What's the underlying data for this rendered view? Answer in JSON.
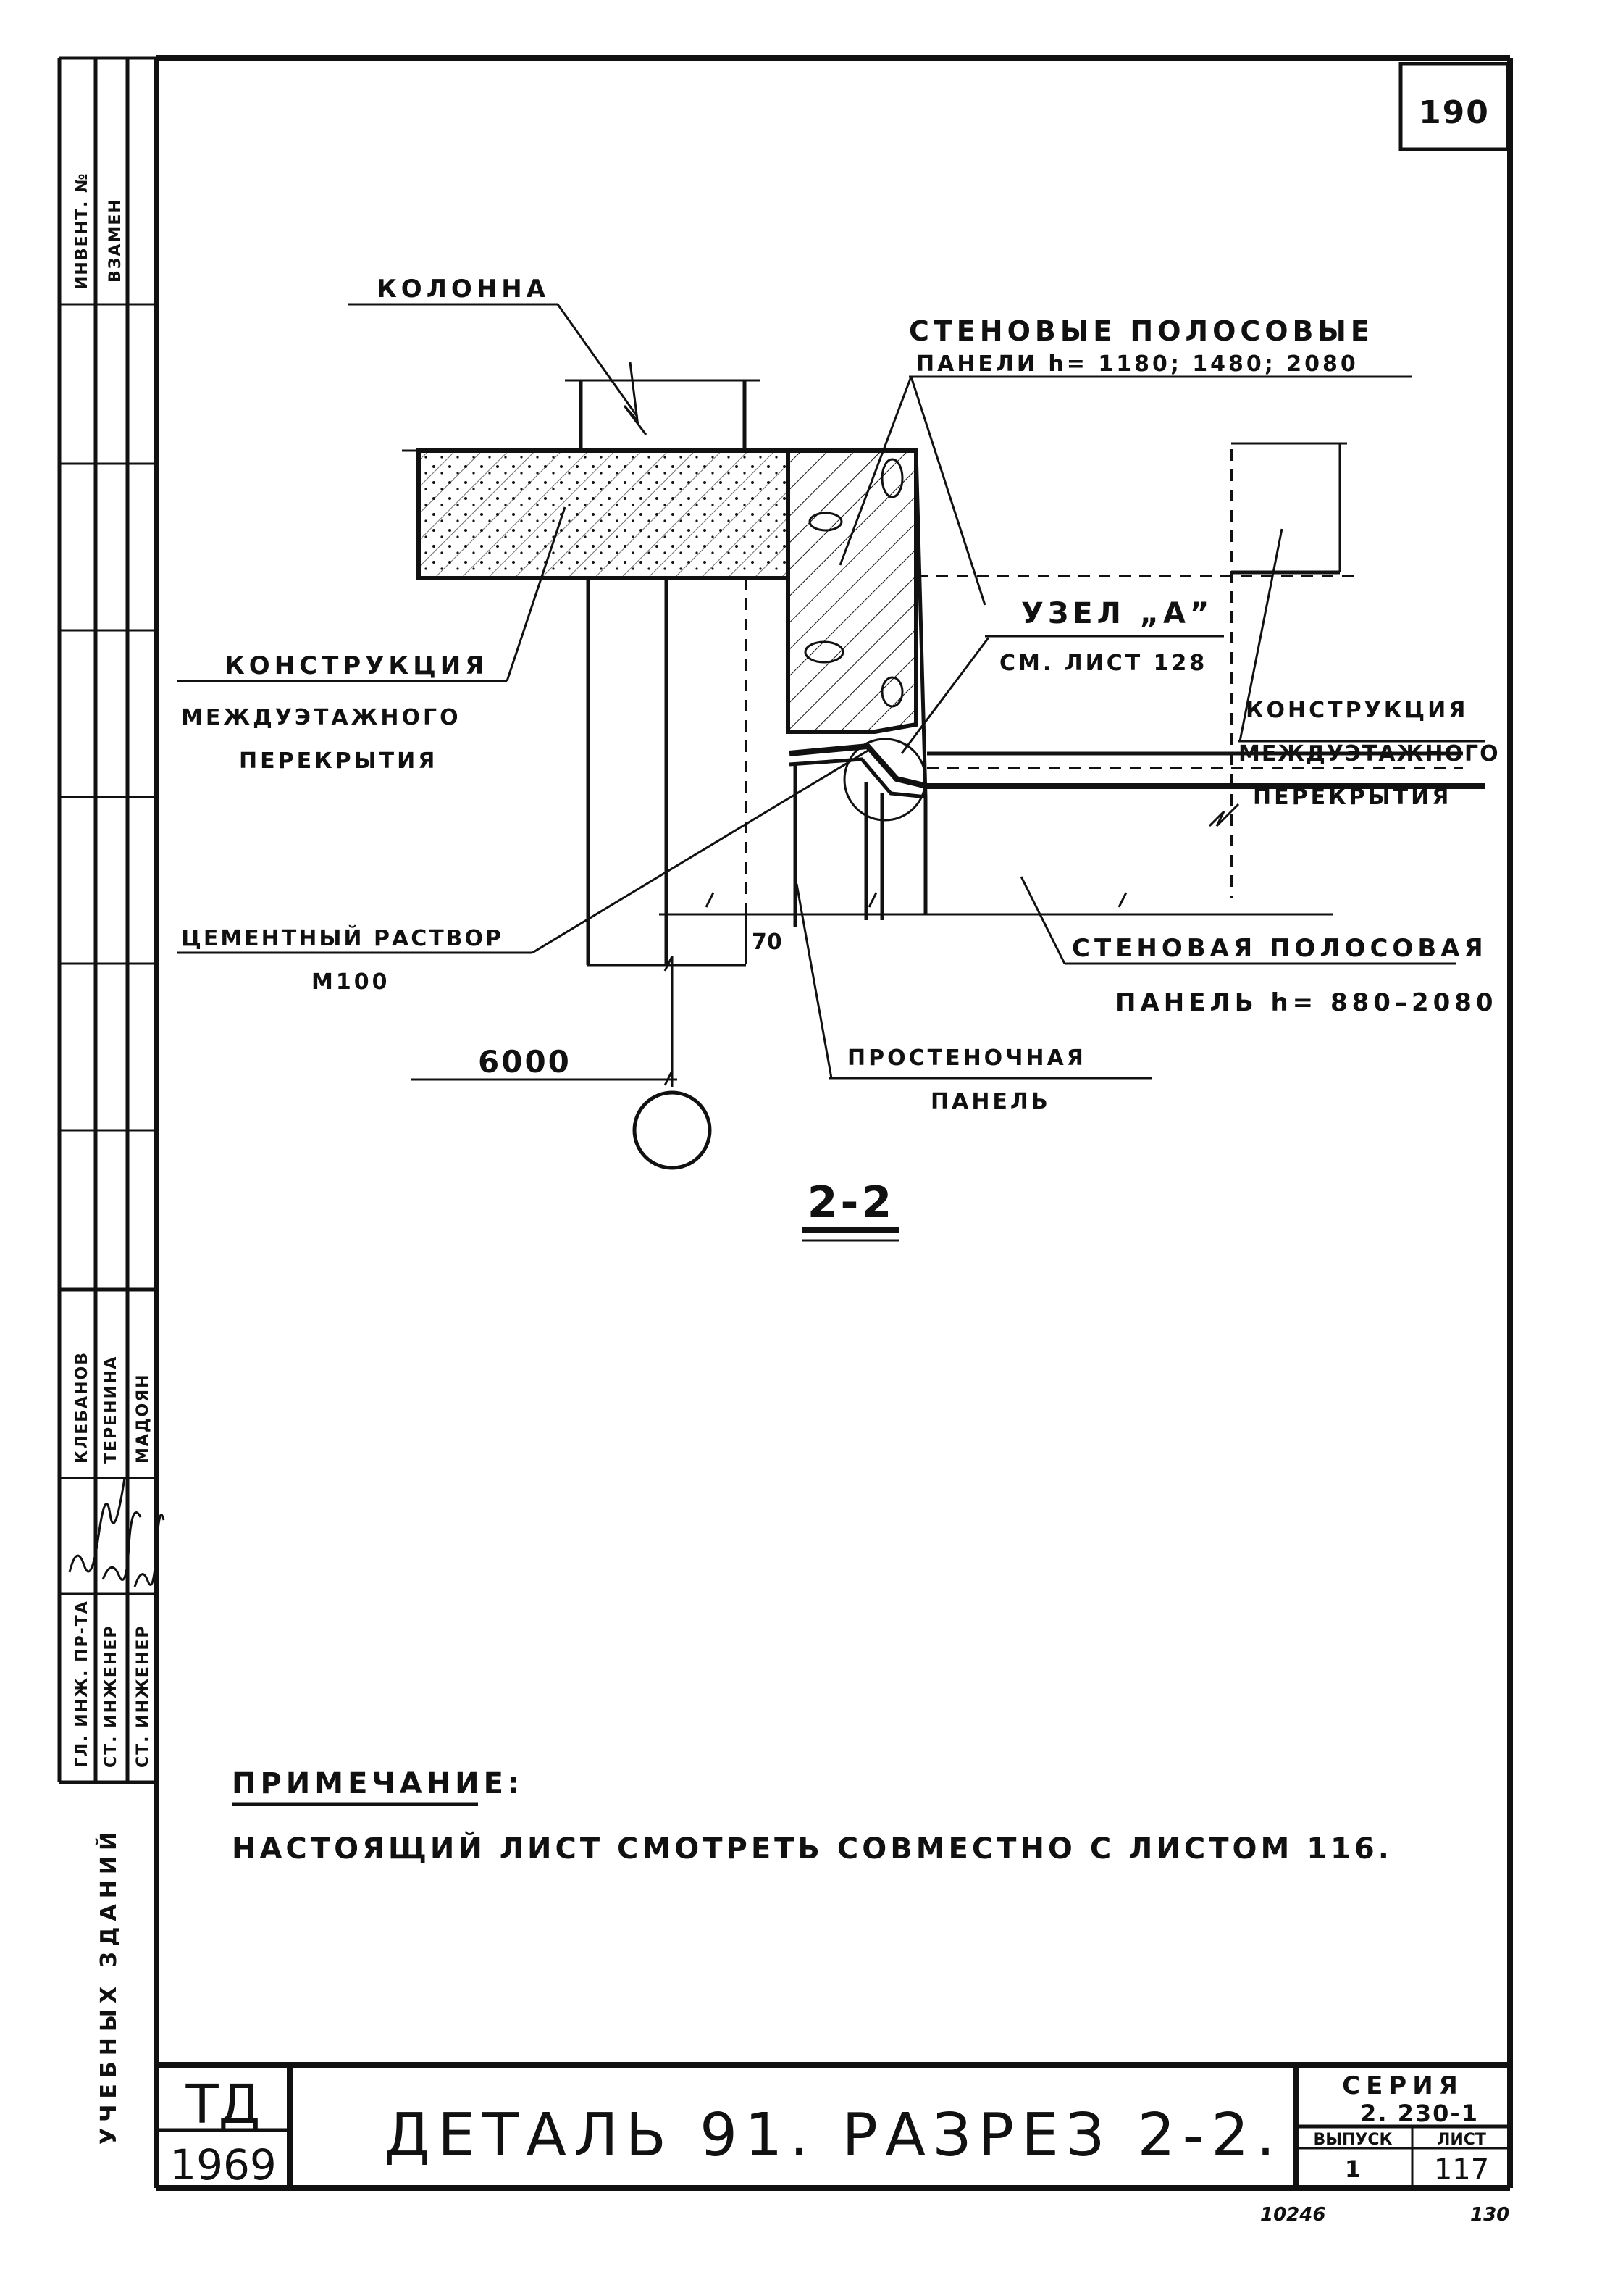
{
  "sheet_number": "190",
  "labels": {
    "column": "КОЛОННА",
    "wall_panels_line1": "СТЕНОВЫЕ ПОЛОСОВЫЕ",
    "wall_panels_line2": "ПАНЕЛИ h= 1180; 1480; 2080",
    "floor_left_line1": "КОНСТРУКЦИЯ",
    "floor_left_line2": "МЕЖДУЭТАЖНОГО",
    "floor_left_line3": "ПЕРЕКРЫТИЯ",
    "node_a_line1": "УЗЕЛ „А”",
    "node_a_line2": "СМ. ЛИСТ 128",
    "floor_right_line1": "КОНСТРУКЦИЯ",
    "floor_right_line2": "МЕЖДУЭТАЖНОГО",
    "floor_right_line3": "ПЕРЕКРЫТИЯ",
    "mortar_line1": "ЦЕМЕНТНЫЙ РАСТВОР",
    "mortar_line2": "М100",
    "wall_panel_line1": "СТЕНОВАЯ ПОЛОСОВАЯ",
    "wall_panel_line2": "ПАНЕЛЬ h= 880–2080",
    "pier_panel_line1": "ПРОСТЕНОЧНАЯ",
    "pier_panel_line2": "ПАНЕЛЬ",
    "dim_6000": "6000",
    "dim_70": "70",
    "section": "2-2"
  },
  "note": {
    "heading": "ПРИМЕЧАНИЕ:",
    "text": "НАСТОЯЩИЙ ЛИСТ СМОТРЕТЬ СОВМЕСТНО С ЛИСТОМ 116."
  },
  "sidebar": {
    "top_col1": "ИНВЕНТ. №",
    "top_col2": "ВЗАМЕН",
    "roles": [
      "ГЛ. ИНЖ. ПР-ТА",
      "СТ. ИНЖЕНЕР",
      "СТ. ИНЖЕНЕР"
    ],
    "names": [
      "КЛЕБАНОВ",
      "ТЕРЕНИНА",
      "МАДОЯН"
    ],
    "project": "УЧЕБНЫХ ЗДАНИЙ"
  },
  "title_block": {
    "org": "ТД",
    "year": "1969",
    "title": "ДЕТАЛЬ 91. РАЗРЕЗ 2-2.",
    "series_label": "СЕРИЯ",
    "series_value": "2. 230-1",
    "issue_label": "ВЫПУСК",
    "issue_value": "1",
    "sheet_label": "ЛИСТ",
    "sheet_value": "117"
  },
  "footer": {
    "archive_no": "10246",
    "page": "130"
  }
}
